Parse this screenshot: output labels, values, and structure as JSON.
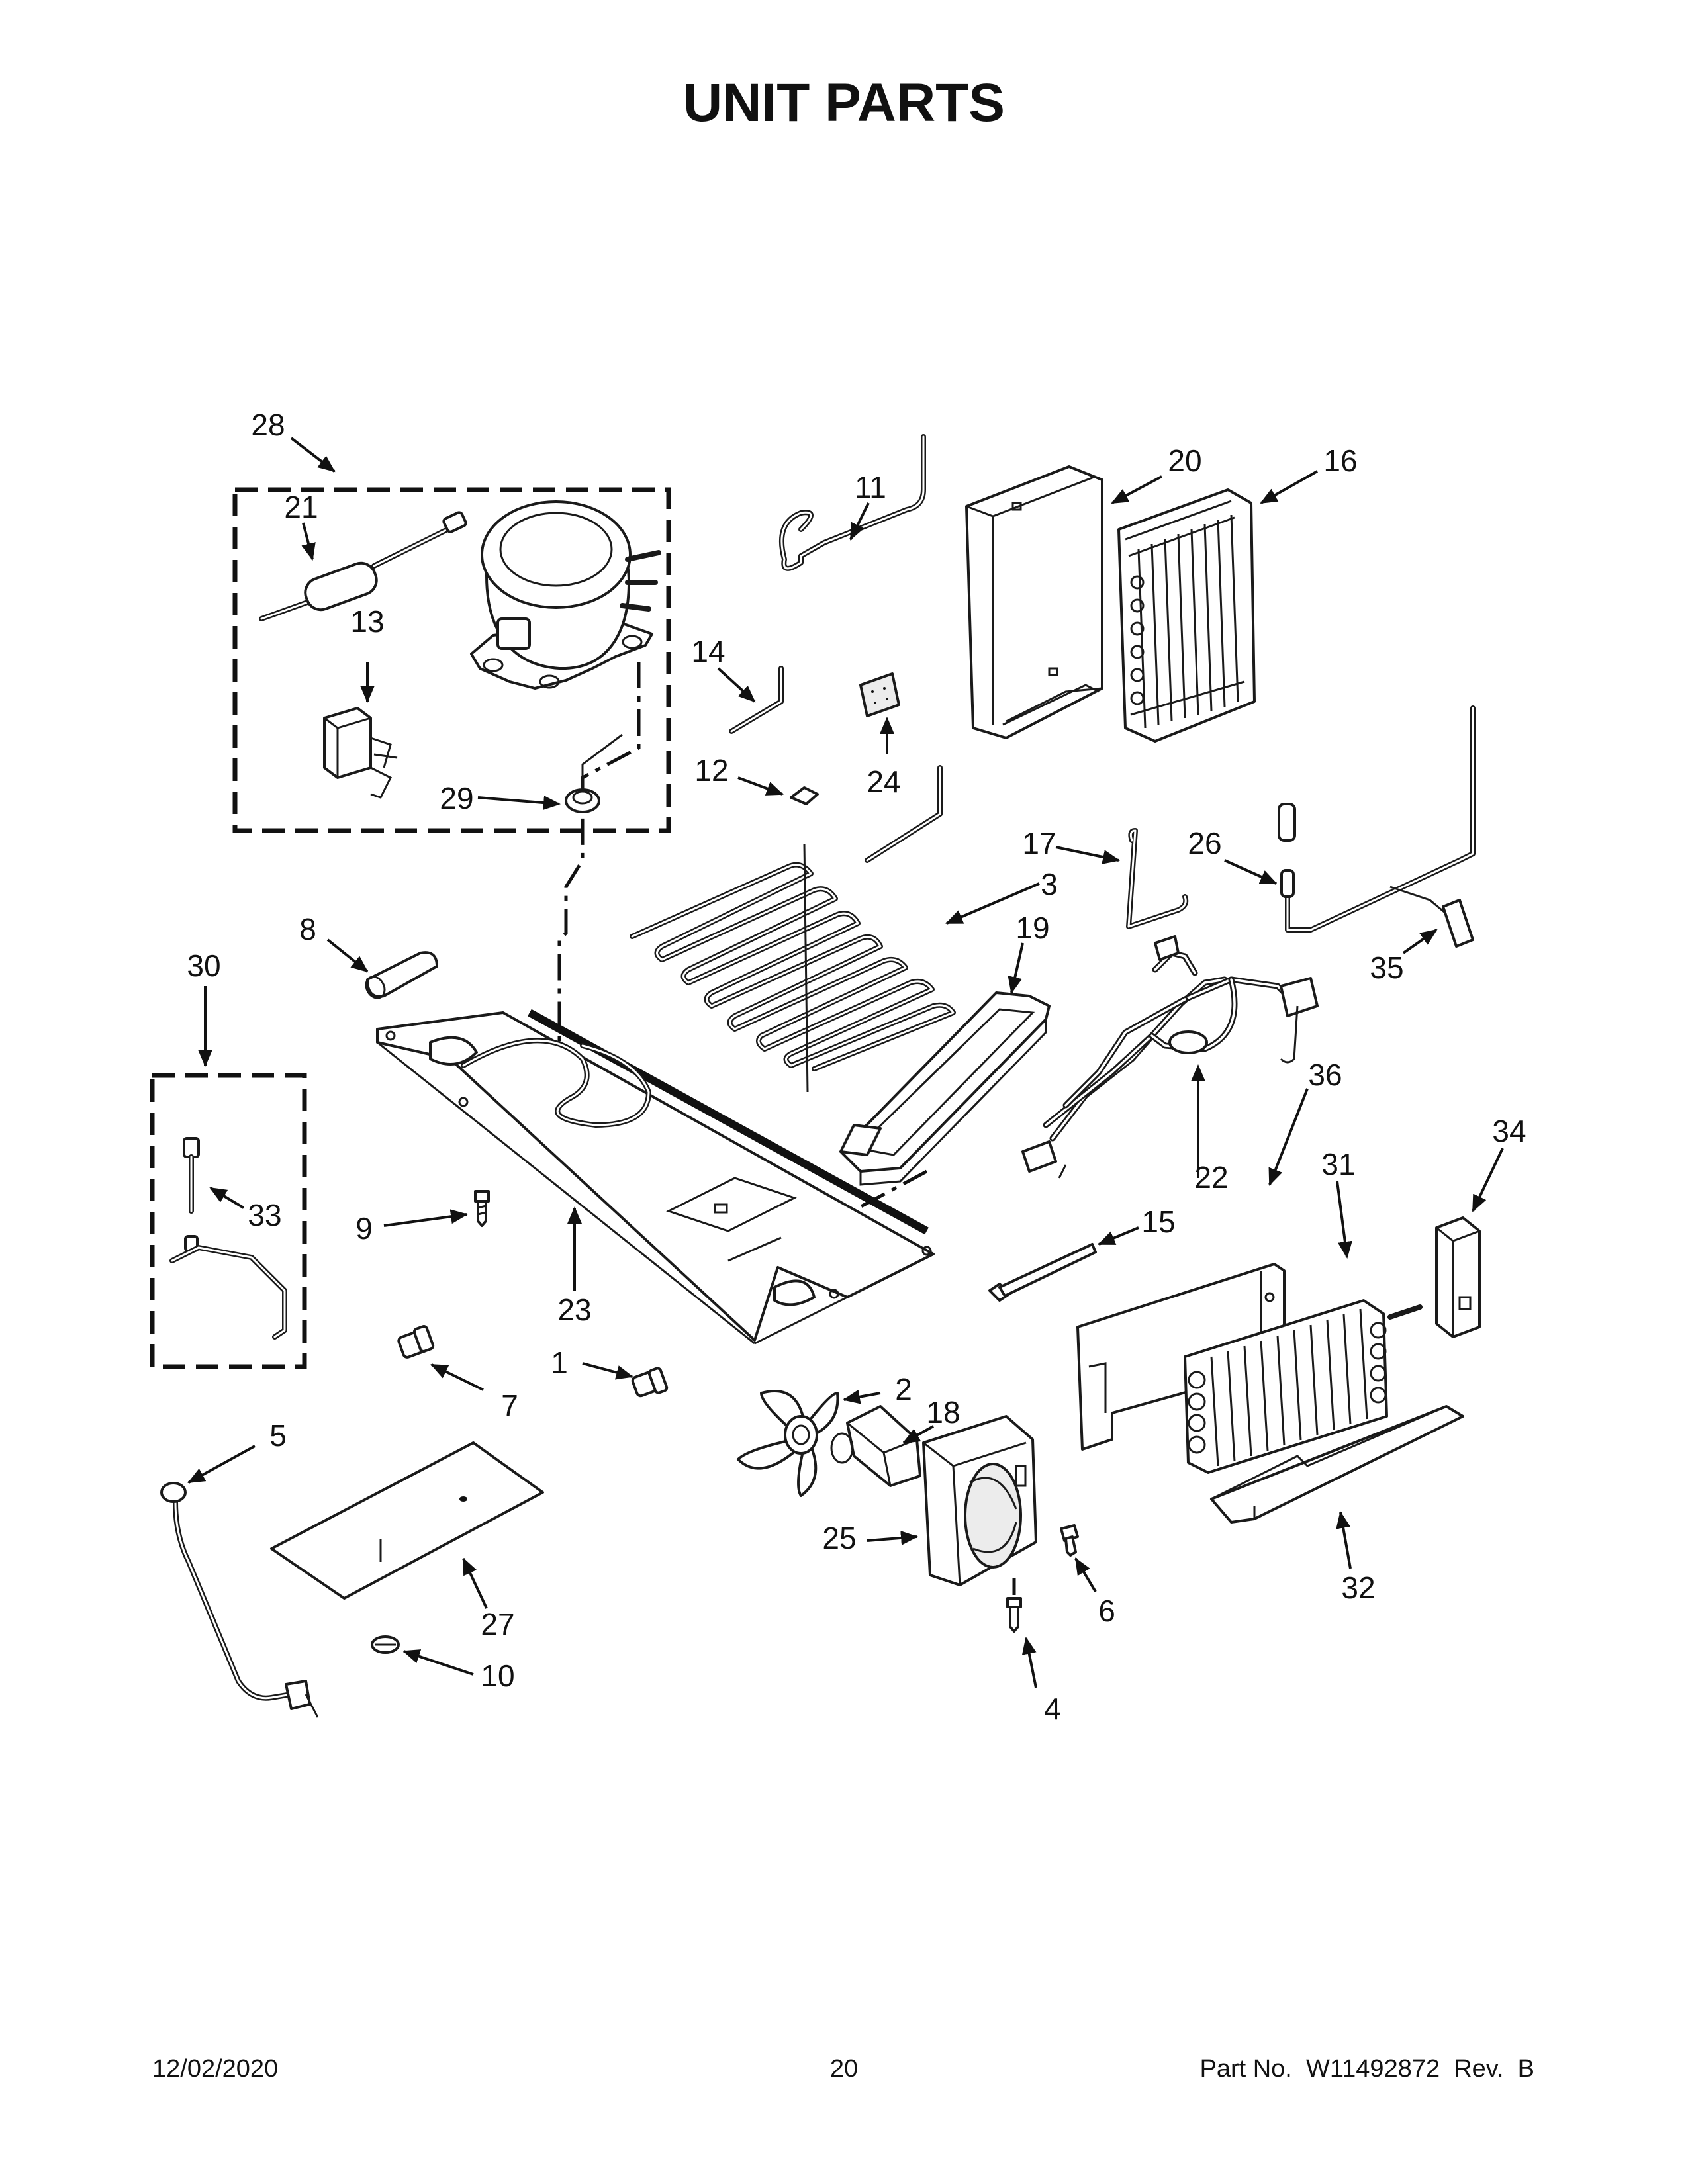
{
  "title": "UNIT PARTS",
  "footer": {
    "date": "12/02/2020",
    "page": "20",
    "part_no": "Part No.  W11492872  Rev.  B"
  },
  "callouts": {
    "c1": "1",
    "c2": "2",
    "c3": "3",
    "c4": "4",
    "c5": "5",
    "c6": "6",
    "c7": "7",
    "c8": "8",
    "c9": "9",
    "c10": "10",
    "c11": "11",
    "c12": "12",
    "c13": "13",
    "c14": "14",
    "c15": "15",
    "c16": "16",
    "c17": "17",
    "c18": "18",
    "c19": "19",
    "c20": "20",
    "c21": "21",
    "c22": "22",
    "c23": "23",
    "c24": "24",
    "c25": "25",
    "c26": "26",
    "c27": "27",
    "c28": "28",
    "c29": "29",
    "c30": "30",
    "c31": "31",
    "c32": "32",
    "c33": "33",
    "c34": "34",
    "c35": "35",
    "c36": "36"
  }
}
